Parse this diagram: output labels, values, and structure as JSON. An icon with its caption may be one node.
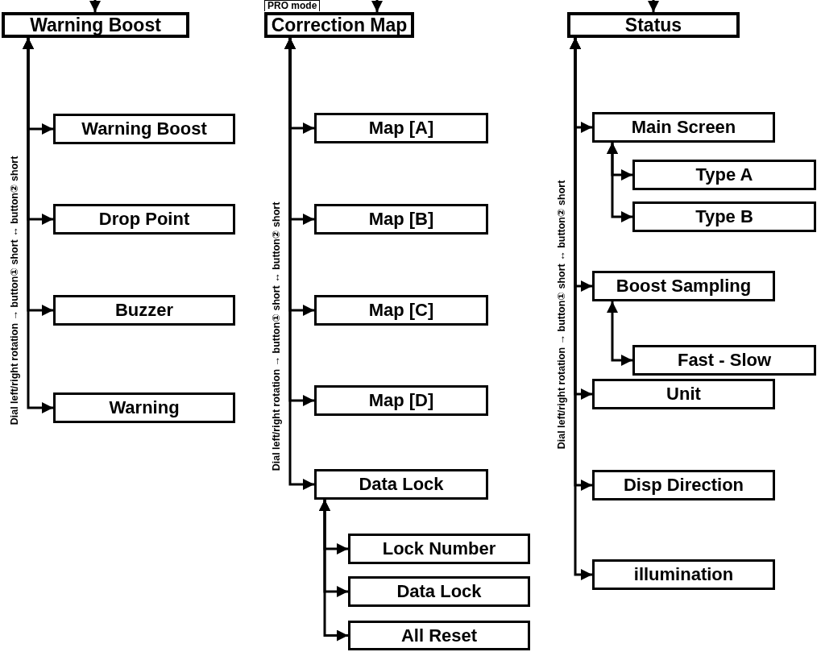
{
  "diagram": {
    "nodes": [
      {
        "text": [
          "Warning Boost"
        ]
      },
      {
        "text": [
          "Warning Boost"
        ]
      },
      {
        "text": [
          "Drop Point"
        ]
      },
      {
        "text": [
          "Buzzer"
        ]
      },
      {
        "text": [
          "Warning"
        ]
      },
      {
        "text": [
          "Correction Map"
        ],
        "beside": [
          "PRO mode"
        ]
      },
      {
        "text": [
          "Map [A]"
        ]
      },
      {
        "text": [
          "Map [B]"
        ]
      },
      {
        "text": [
          "Map [C]"
        ]
      },
      {
        "text": [
          "Map [D]"
        ]
      },
      {
        "text": [
          "Data Lock"
        ]
      },
      {
        "text": [
          "Lock Number"
        ]
      },
      {
        "text": [
          "Data Lock"
        ]
      },
      {
        "text": [
          "All Reset"
        ]
      },
      {
        "text": [
          "Status"
        ]
      },
      {
        "text": [
          "Main Screen"
        ]
      },
      {
        "text": [
          "Type A"
        ]
      },
      {
        "text": [
          "Type B"
        ]
      },
      {
        "text": [
          "Boost Sampling"
        ]
      },
      {
        "text": [
          "Fast - Slow"
        ]
      },
      {
        "text": [
          "Unit"
        ]
      },
      {
        "text": [
          "Disp Direction"
        ]
      },
      {
        "text": [
          "illumination"
        ]
      }
    ],
    "edges": [
      {
        "from": null,
        "to": 0,
        "arrow": "to"
      },
      {
        "from": null,
        "to": 5,
        "arrow": "to"
      },
      {
        "from": null,
        "to": 14,
        "arrow": "to"
      },
      {
        "from": 0,
        "to": 1,
        "arrow": "both"
      },
      {
        "from": 0,
        "to": 2,
        "arrow": "both"
      },
      {
        "from": 0,
        "to": 3,
        "arrow": "both"
      },
      {
        "from": 0,
        "to": 4,
        "arrow": "both"
      },
      {
        "from": 5,
        "to": 6,
        "arrow": "both"
      },
      {
        "from": 5,
        "to": 7,
        "arrow": "both"
      },
      {
        "from": 5,
        "to": 8,
        "arrow": "both"
      },
      {
        "from": 5,
        "to": 9,
        "arrow": "both"
      },
      {
        "from": 5,
        "to": 10,
        "arrow": "both"
      },
      {
        "from": 10,
        "to": 11,
        "arrow": "both"
      },
      {
        "from": 10,
        "to": 12,
        "arrow": "both"
      },
      {
        "from": 10,
        "to": 13,
        "arrow": "both"
      },
      {
        "from": 14,
        "to": 15,
        "arrow": "both"
      },
      {
        "from": 14,
        "to": 18,
        "arrow": "both"
      },
      {
        "from": 14,
        "to": 20,
        "arrow": "both"
      },
      {
        "from": 14,
        "to": 21,
        "arrow": "both"
      },
      {
        "from": 14,
        "to": 22,
        "arrow": "both"
      },
      {
        "from": 15,
        "to": 16,
        "arrow": "both"
      },
      {
        "from": 15,
        "to": 17,
        "arrow": "both"
      },
      {
        "from": 18,
        "to": 19,
        "arrow": "both"
      }
    ],
    "labels": [
      "Dial left/right rotation → button① short ↔ button② short",
      "Dial left/right rotation → button① short ↔ button② short",
      "Dial left/right rotation → button① short ↔ button② short"
    ]
  }
}
